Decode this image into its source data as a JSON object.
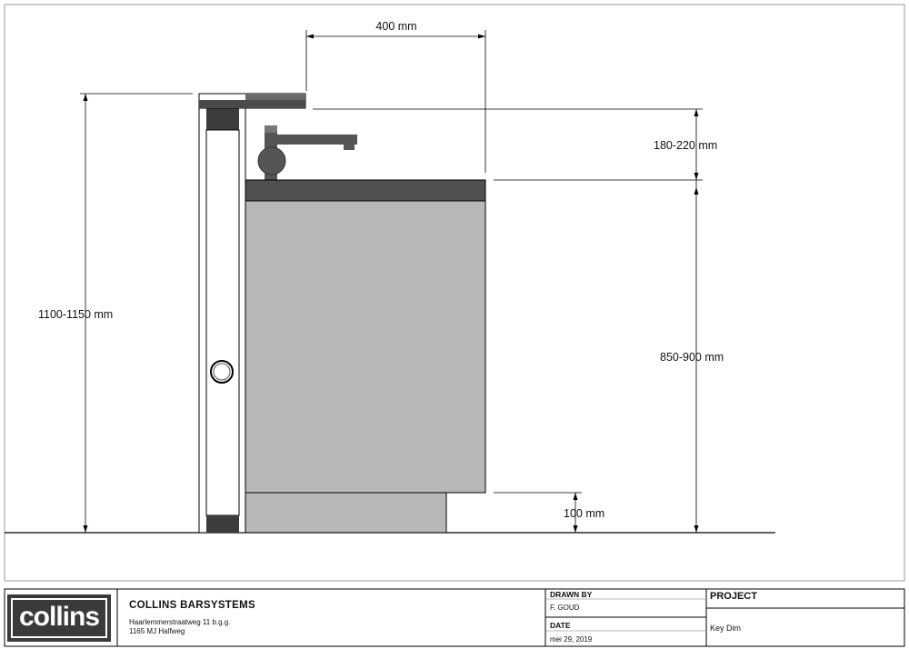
{
  "dimensions": {
    "top_width": "400 mm",
    "spout_clearance": "180-220 mm",
    "total_height": "1100-1150 mm",
    "counter_height": "850-900  mm",
    "plinth_height": "100 mm"
  },
  "titleblock": {
    "logo_text": "collins",
    "company": "COLLINS BARSYSTEMS",
    "address_line1": "Haarlemmerstraatweg 11 b.g.g.",
    "address_line2": "1165 MJ Halfweg",
    "drawn_by_label": "DRAWN BY",
    "drawn_by": "F. GOUD",
    "date_label": "DATE",
    "date": "mei 29, 2019",
    "project_label": "PROJECT",
    "project": "Key Dim"
  },
  "colors": {
    "cabinet": "#b8b8b8",
    "dark": "#404040",
    "line": "#000000",
    "frame_border": "#999999"
  }
}
